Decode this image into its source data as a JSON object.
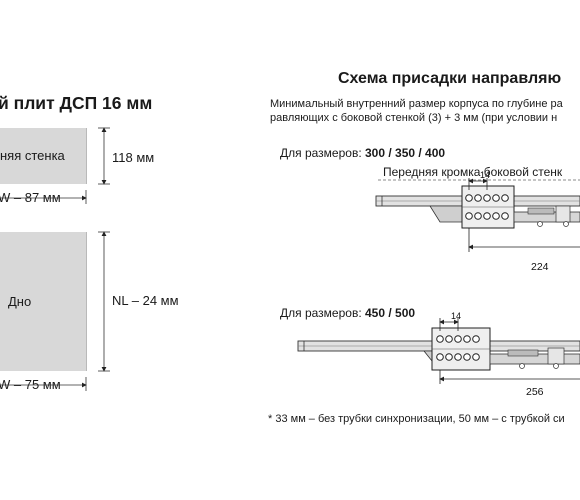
{
  "left": {
    "title": "й плит ДСП 16 мм",
    "panel_side": {
      "label": "няя стенка",
      "height_dim": "118 мм",
      "width_dim": "W – 87 мм"
    },
    "panel_bottom": {
      "label": "Дно",
      "height_dim": "NL – 24 мм",
      "width_dim": "W – 75 мм"
    }
  },
  "right": {
    "title": "Схема присадки направляю",
    "description_line1": "Минимальный внутренний размер корпуса по глубине ра",
    "description_line2": "равляющих с боковой стенкой (3) + 3 мм (при условии н",
    "size1_prefix": "Для размеров: ",
    "size1_values": "300 / 350 / 400",
    "front_edge_label": "Передняя кромка боковой стенк",
    "diagram1": {
      "dim_top": "14",
      "dim_bottom": "224"
    },
    "size2_prefix": "Для размеров: ",
    "size2_values": "450 / 500",
    "diagram2": {
      "dim_top": "14",
      "dim_bottom": "256"
    },
    "footnote": "* 33 мм – без трубки синхронизации, 50 мм – с трубкой си"
  }
}
